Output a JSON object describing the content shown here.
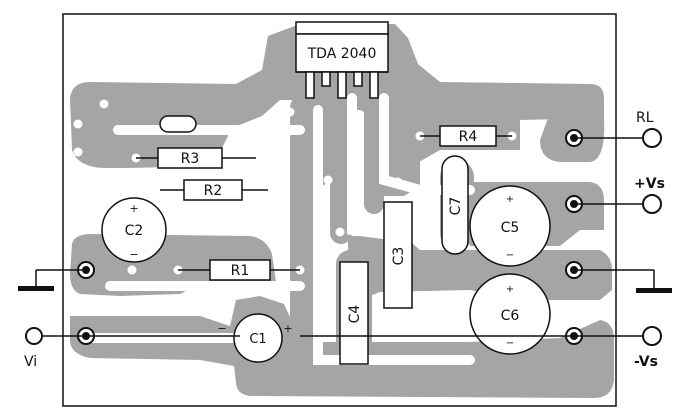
{
  "ic": {
    "name": "TDA 2040"
  },
  "resistors": {
    "r1": "R1",
    "r2": "R2",
    "r3": "R3",
    "r4": "R4"
  },
  "capacitors": {
    "c1": "C1",
    "c2": "C2",
    "c3": "C3",
    "c4": "C4",
    "c5": "C5",
    "c6": "C6",
    "c7": "C7"
  },
  "terminals": {
    "rl": "RL",
    "vs_pos": "+Vs",
    "vs_neg": "-Vs",
    "vi": "Vi"
  },
  "polarity": {
    "c2_plus": "+",
    "c2_minus": "−",
    "c1_plus": "+",
    "c1_minus": "−",
    "c5_plus": "+",
    "c5_minus": "−",
    "c6_plus": "+",
    "c6_minus": "−"
  },
  "colors": {
    "copper": "#a5a5a5",
    "ink": "#111111",
    "board": "#ffffff"
  }
}
